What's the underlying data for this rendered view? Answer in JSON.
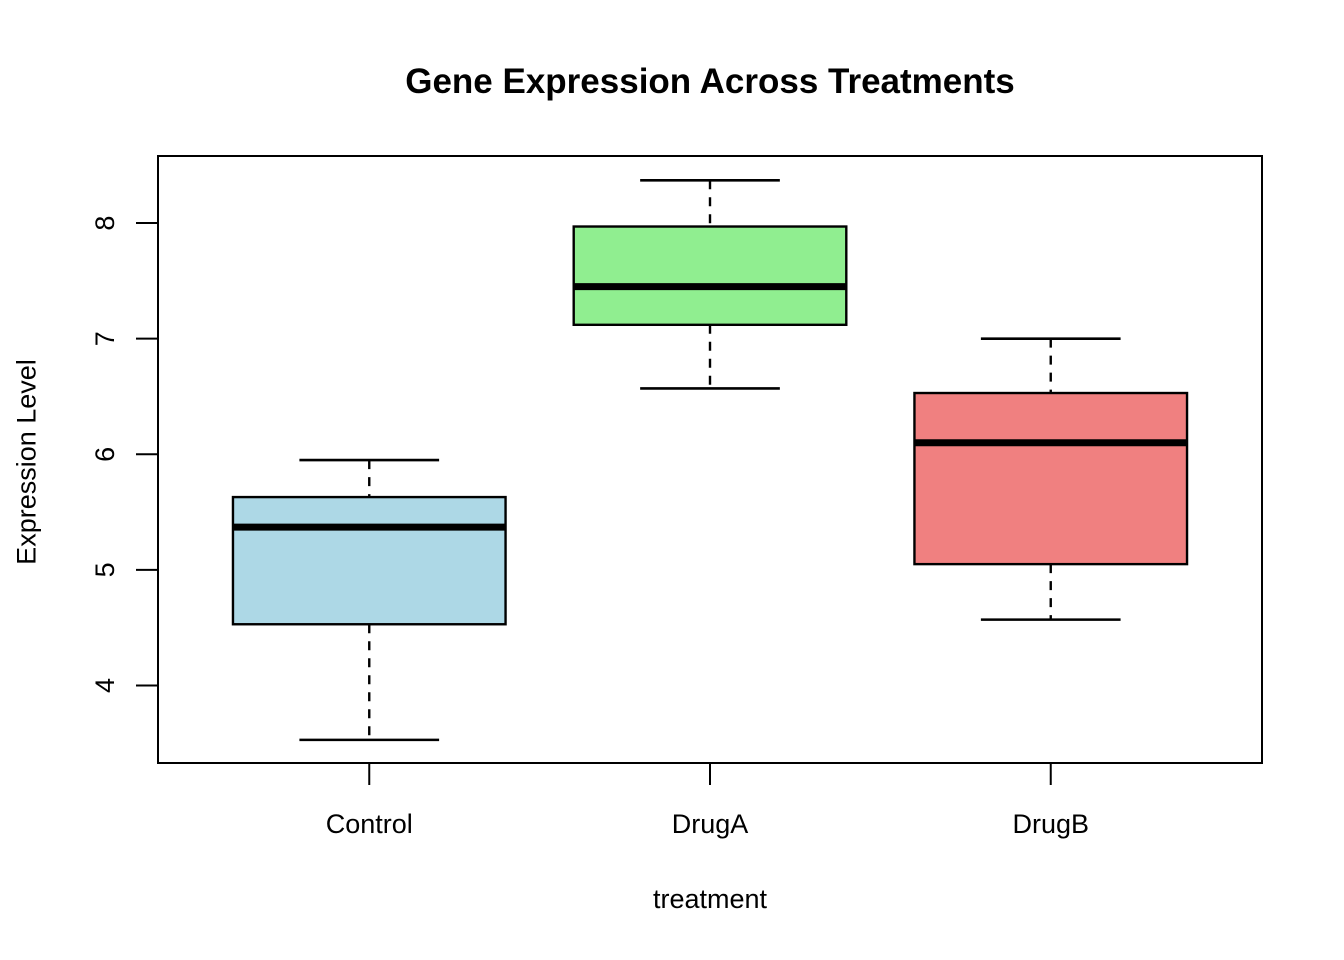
{
  "title": "Gene Expression Across Treatments",
  "x_axis_title": "treatment",
  "y_axis_title": "Expression Level",
  "colors": {
    "foreground": "#000000",
    "background": "#ffffff",
    "control_fill": "#ADD8E6",
    "druga_fill": "#90EE90",
    "drugb_fill": "#F08080"
  },
  "chart_data": {
    "type": "boxplot",
    "title": "Gene Expression Across Treatments",
    "xlabel": "treatment",
    "ylabel": "Expression Level",
    "categories": [
      "Control",
      "DrugA",
      "DrugB"
    ],
    "yticks": [
      4,
      5,
      6,
      7,
      8
    ],
    "ylim": [
      3.33,
      8.58
    ],
    "xlim": [
      0.38,
      3.62
    ],
    "grid": false,
    "legend": "none",
    "box_width": 0.8,
    "staple_width": 0.41,
    "series": [
      {
        "name": "Control",
        "color": "#ADD8E6",
        "whisker_low": 3.53,
        "q1": 4.53,
        "median": 5.37,
        "q3": 5.63,
        "whisker_high": 5.95
      },
      {
        "name": "DrugA",
        "color": "#90EE90",
        "whisker_low": 6.57,
        "q1": 7.12,
        "median": 7.45,
        "q3": 7.97,
        "whisker_high": 8.37
      },
      {
        "name": "DrugB",
        "color": "#F08080",
        "whisker_low": 4.57,
        "q1": 5.05,
        "median": 6.1,
        "q3": 6.53,
        "whisker_high": 7.0
      }
    ]
  }
}
